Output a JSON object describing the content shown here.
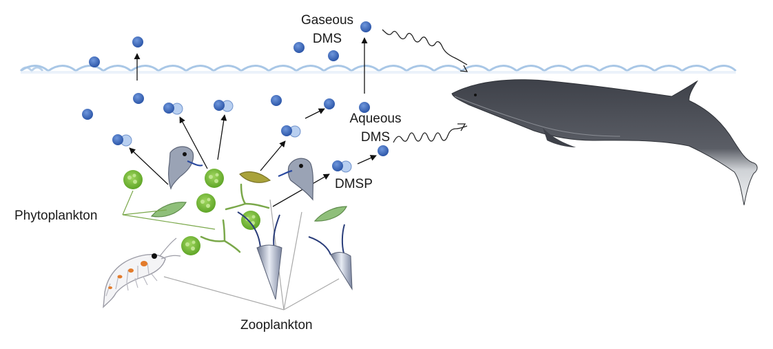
{
  "labels": {
    "gaseous_line1": "Gaseous",
    "gaseous_line2": "DMS",
    "aqueous_line1": "Aqueous",
    "aqueous_line2": "DMS",
    "dmsp": "DMSP",
    "phytoplankton": "Phytoplankton",
    "zooplankton": "Zooplankton"
  },
  "colors": {
    "dms_molecule": "#3a6bc4",
    "dmsp_molecule_light": "#b8cff0",
    "water_surface": "#a9c7e6",
    "phytoplankton_cell": "#7cbf3a",
    "phytoplankton_line": "#7aa84a",
    "zooplankton_line": "#9a9a9a",
    "whale_body": "#4a4d55",
    "whale_belly": "#d9dcdf"
  }
}
